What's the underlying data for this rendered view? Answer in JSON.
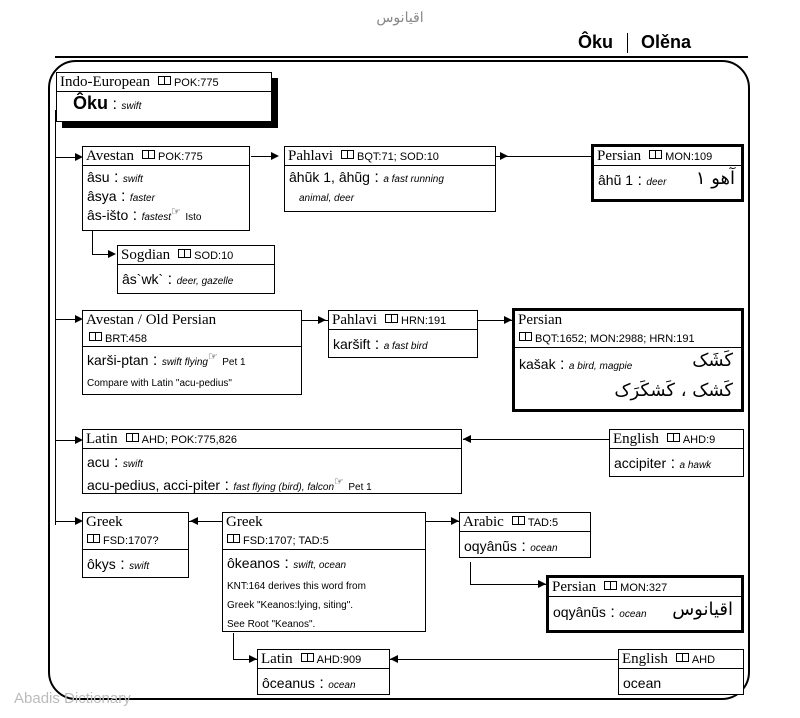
{
  "page_title": "اقیانوس",
  "header": {
    "left": "Ôku",
    "right": "Olěna"
  },
  "watermark": "Abadis Dictionary",
  "boxes": {
    "ie": {
      "lang": "Indo-European",
      "src": "POK:775",
      "word": "Ôku",
      "meaning": "swift"
    },
    "avestan": {
      "lang": "Avestan",
      "src": "POK:775",
      "e1_word": "âsu",
      "e1_meaning": "swift",
      "e2_word": "âsya",
      "e2_meaning": "faster",
      "e3_word": "âs-išto",
      "e3_meaning": "fastest",
      "e3_ref": "Isto"
    },
    "pahlavi1": {
      "lang": "Pahlavi",
      "src": "BQT:71; SOD:10",
      "word": "âhũk 1, âhũg",
      "meaning": "a fast running",
      "meaning2": "animal, deer"
    },
    "persian1": {
      "lang": "Persian",
      "src": "MON:109",
      "word": "âhũ 1",
      "meaning": "deer",
      "arabic": "آهو ۱"
    },
    "sogdian": {
      "lang": "Sogdian",
      "src": "SOD:10",
      "word": "âs`wk`",
      "meaning": "deer, gazelle"
    },
    "avop": {
      "lang": "Avestan / Old Persian",
      "src": "BRT:458",
      "word": "karši-ptan",
      "meaning": "swift flying",
      "ref": "Pet 1",
      "note": "Compare with Latin \"acu-pedius\""
    },
    "pahlavi2": {
      "lang": "Pahlavi",
      "src": "HRN:191",
      "word": "karšift",
      "meaning": "a fast bird"
    },
    "persian2": {
      "lang": "Persian",
      "src": "BQT:1652; MON:2988; HRN:191",
      "word": "kašak",
      "meaning": "a bird, magpie",
      "arabic1": "کَشَک",
      "arabic2": "کَشک ، کَشکَرَک"
    },
    "latin1": {
      "lang": "Latin",
      "src": "AHD; POK:775,826",
      "e1_word": "acu",
      "e1_meaning": "swift",
      "e2_word": "acu-pedius, acci-piter",
      "e2_meaning": "fast flying (bird), falcon",
      "e2_ref": "Pet 1"
    },
    "english1": {
      "lang": "English",
      "src": "AHD:9",
      "word": "accipiter",
      "meaning": "a hawk"
    },
    "greek1": {
      "lang": "Greek",
      "src": "FSD:1707?",
      "word": "ôkys",
      "meaning": "swift"
    },
    "greek2": {
      "lang": "Greek",
      "src": "FSD:1707; TAD:5",
      "word": "ôkeanos",
      "meaning": "swift, ocean",
      "note1": "KNT:164 derives this word from",
      "note2": "Greek \"Keanos:lying, siting\".",
      "note3": "See Root \"Keanos\"."
    },
    "arabic": {
      "lang": "Arabic",
      "src": "TAD:5",
      "word": "oqyânũs",
      "meaning": "ocean"
    },
    "persian3": {
      "lang": "Persian",
      "src": "MON:327",
      "word": "oqyânũs",
      "meaning": "ocean",
      "arabic": "اقیانوس"
    },
    "latin2": {
      "lang": "Latin",
      "src": "AHD:909",
      "word": "ôceanus",
      "meaning": "ocean"
    },
    "english2": {
      "lang": "English",
      "src": "AHD",
      "word": "ocean"
    }
  }
}
